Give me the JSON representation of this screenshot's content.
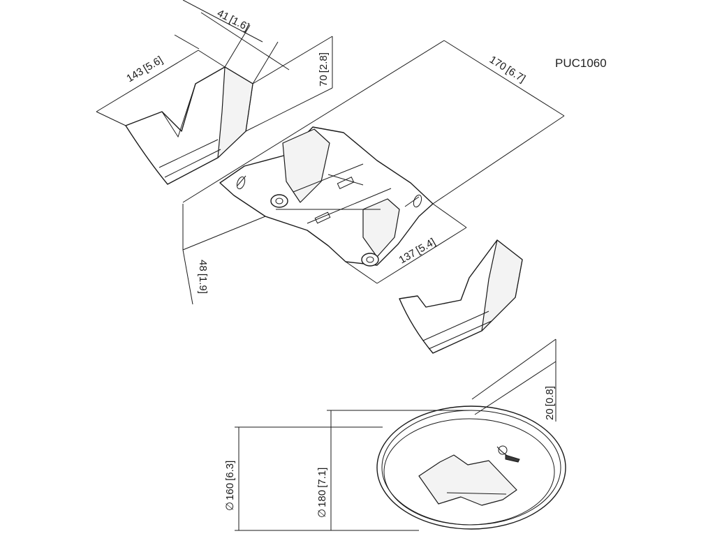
{
  "model_code": "PUC1060",
  "dimensions": {
    "d41": "41",
    "d41_in": "1.6",
    "d143": "143",
    "d143_in": "5.6",
    "d70": "70",
    "d70_in": "2.8",
    "d170": "170",
    "d170_in": "6.7",
    "d48": "48",
    "d48_in": "1.9",
    "d137": "137",
    "d137_in": "5.4",
    "d20": "20",
    "d20_in": "0.8",
    "d160": "160",
    "d160_in": "6.3",
    "d180": "180",
    "d180_in": "7.1"
  },
  "diameter_symbol": "∅"
}
